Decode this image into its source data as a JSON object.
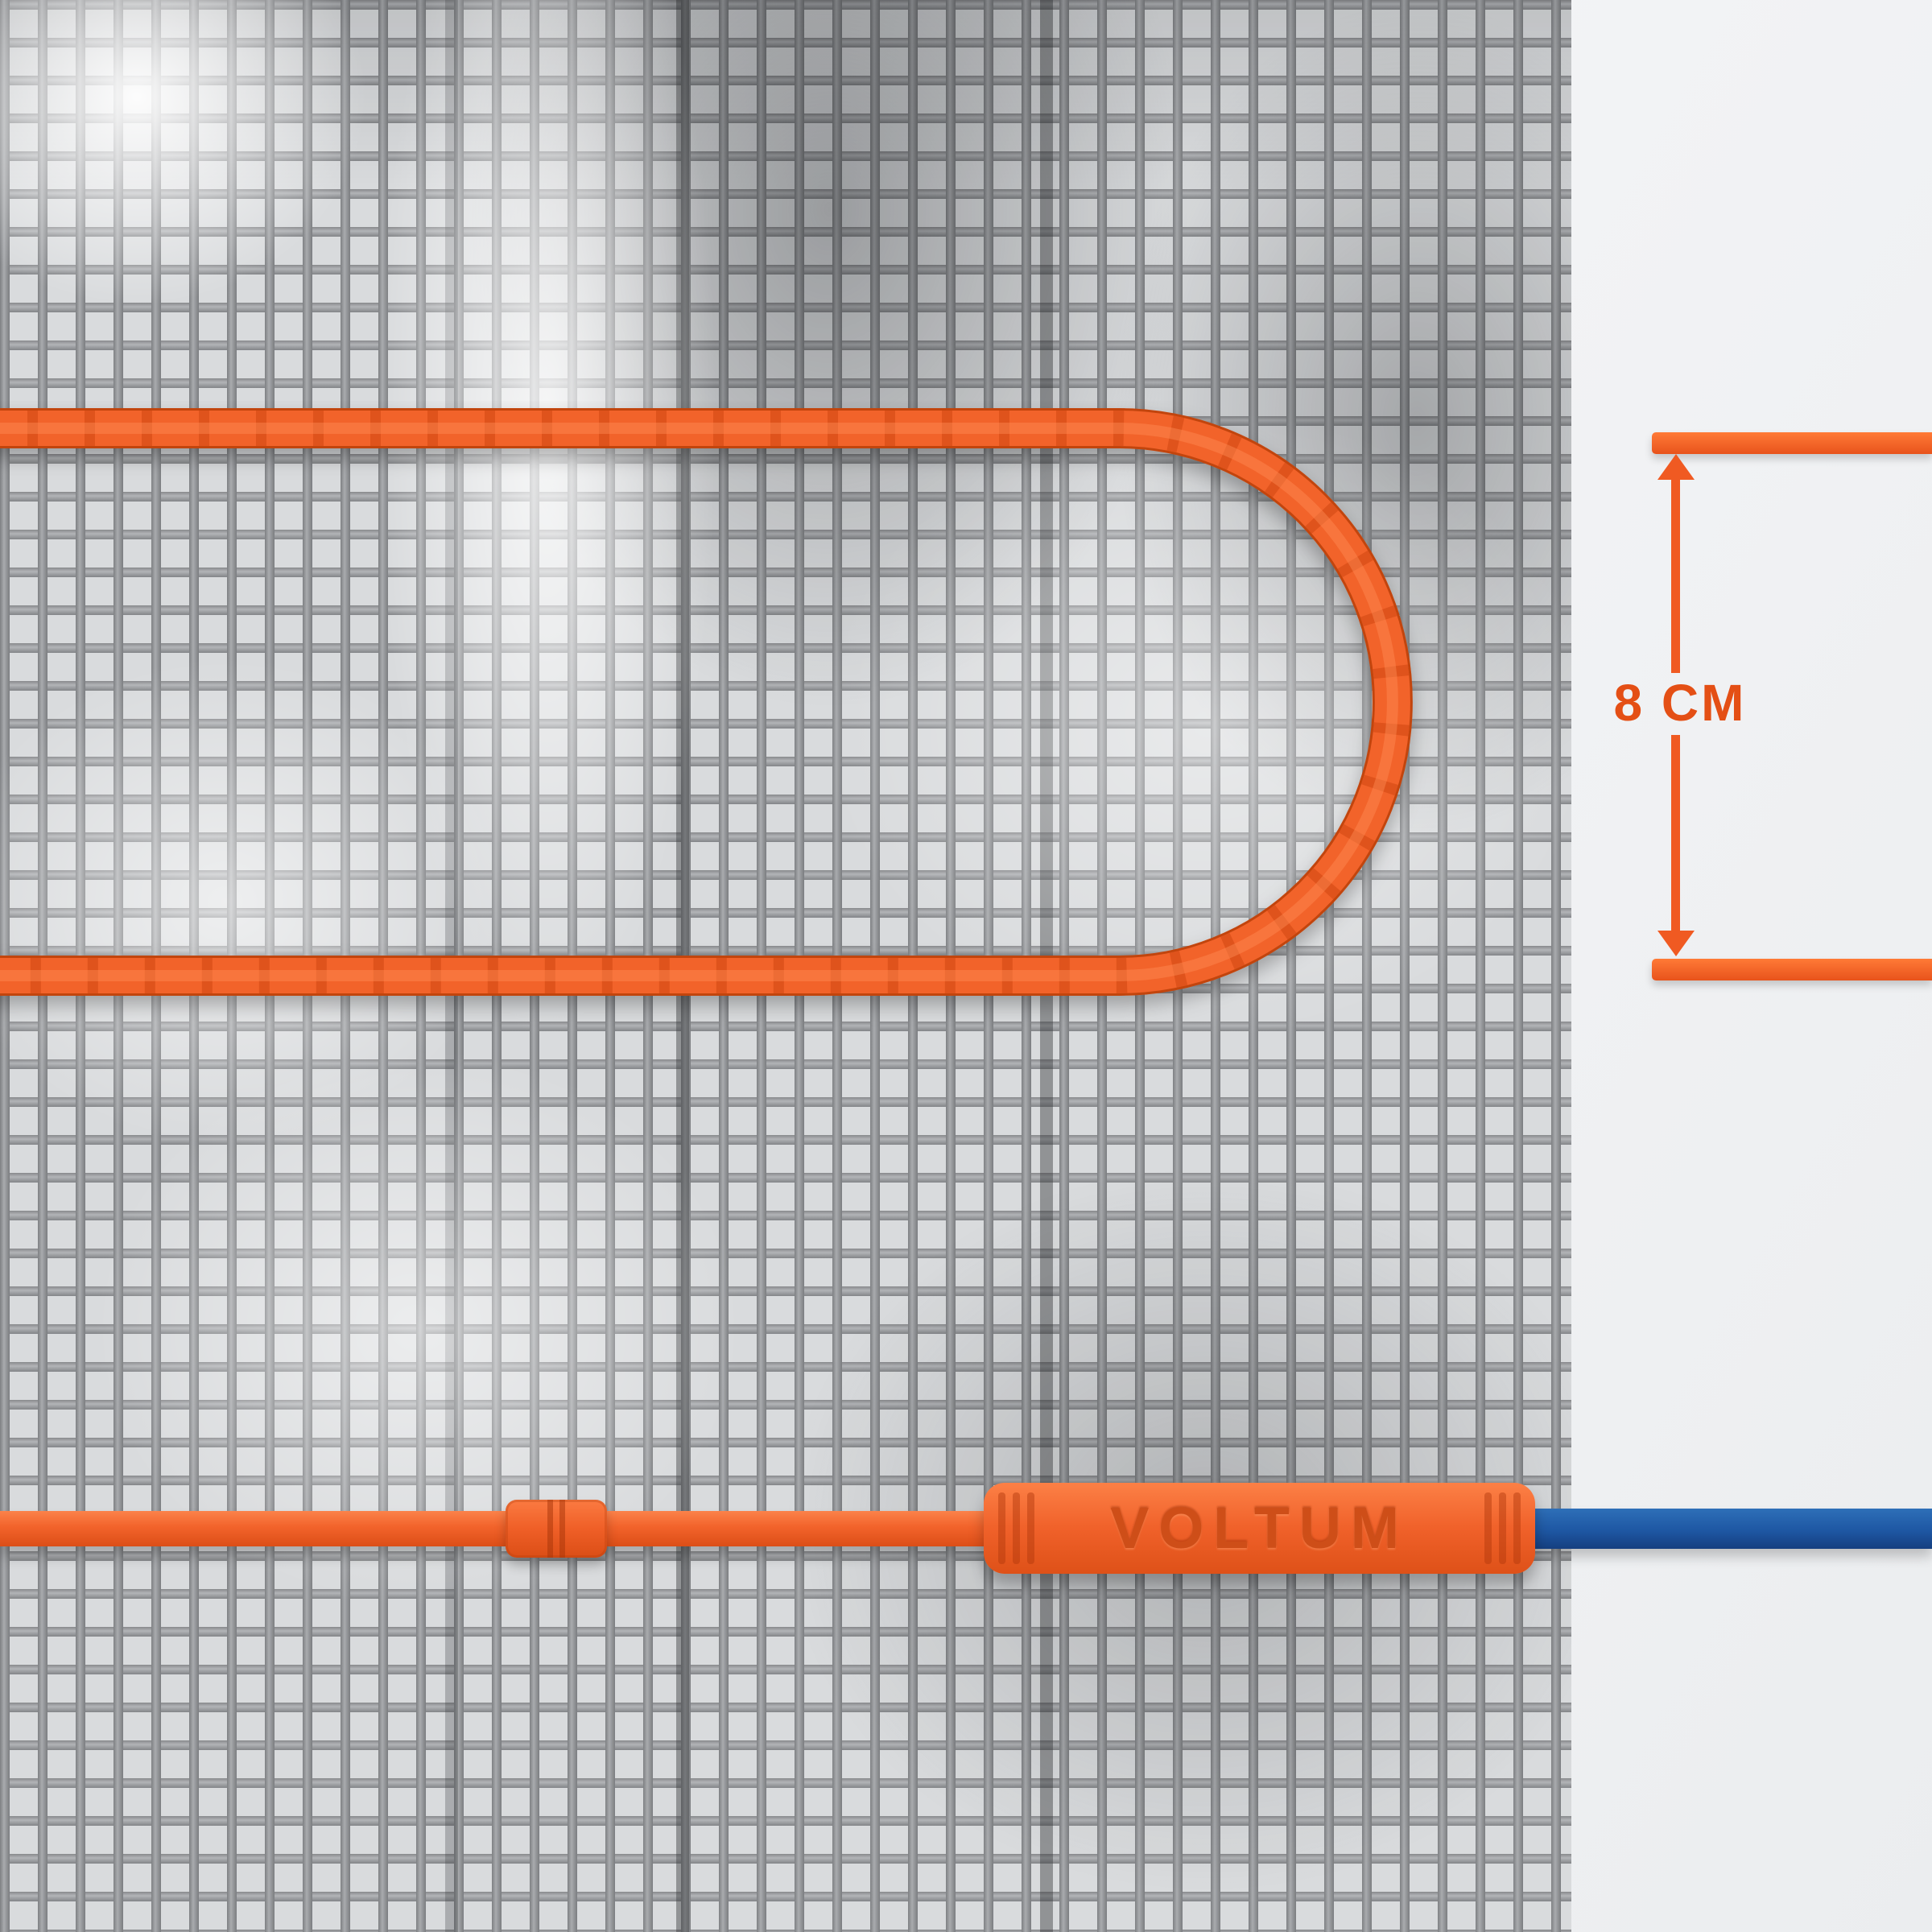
{
  "diagram": {
    "title_semantic": "heating-mat-cable-spacing-diagram",
    "dimension_annotation": {
      "label": "8 CM"
    },
    "connector": {
      "brand_label": "VOLTUM"
    },
    "colors": {
      "heating_cable_orange": "#F2632B",
      "cable_outline_dark": "#C2440F",
      "cable_wrap_texture": "#DD511B",
      "dimension_accent": "#F05A22",
      "dimension_text": "#E44F15",
      "connector_label_text": "#CE4E18",
      "cold_lead_blue": "#1E57A3",
      "mesh_wire_gray": "#8A8C8F",
      "background_light": "#F4F5F6"
    }
  }
}
